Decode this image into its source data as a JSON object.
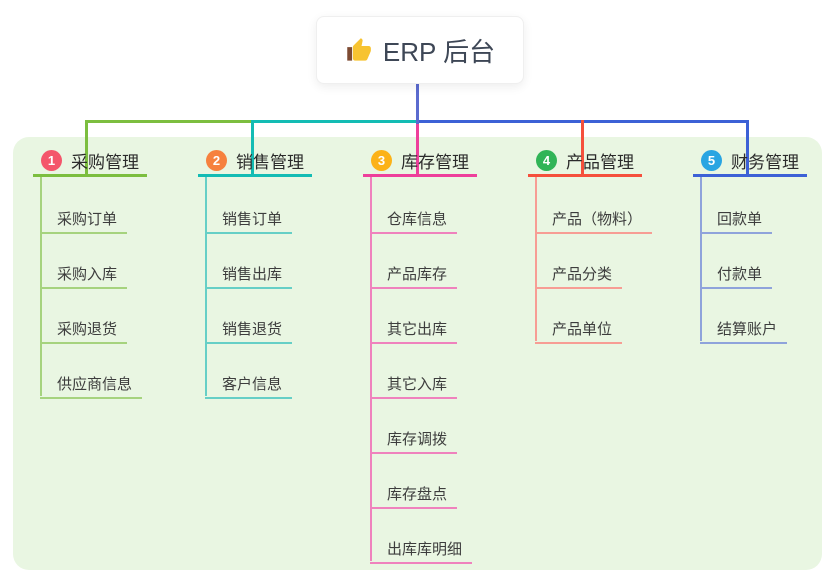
{
  "root": {
    "title": "ERP 后台",
    "icon": "thumbs-up-icon"
  },
  "colors": {
    "page_background": "#ffffff",
    "panel_background": "#e9f6e2",
    "root_connector": "#5b6bcf",
    "root_text": "#3e4756",
    "thumb_yellow": "#f7c331",
    "thumb_cuff": "#7d4a32"
  },
  "branches": [
    {
      "num": "1",
      "label": "采购管理",
      "circle_color": "#f4566b",
      "line_strong": "#7cbe3f",
      "line_light": "#a6d37e",
      "children": [
        "采购订单",
        "采购入库",
        "采购退货",
        "供应商信息"
      ]
    },
    {
      "num": "2",
      "label": "销售管理",
      "circle_color": "#f6813e",
      "line_strong": "#13bcb4",
      "line_light": "#66cfc6",
      "children": [
        "销售订单",
        "销售出库",
        "销售退货",
        "客户信息"
      ]
    },
    {
      "num": "3",
      "label": "库存管理",
      "circle_color": "#fcb217",
      "line_strong": "#ee3f9b",
      "line_light": "#ef82bd",
      "children": [
        "仓库信息",
        "产品库存",
        "其它出库",
        "其它入库",
        "库存调拨",
        "库存盘点",
        "出库库明细"
      ]
    },
    {
      "num": "4",
      "label": "产品管理",
      "circle_color": "#31b457",
      "line_strong": "#f5503c",
      "line_light": "#f79d94",
      "children": [
        "产品（物料）",
        "产品分类",
        "产品单位"
      ]
    },
    {
      "num": "5",
      "label": "财务管理",
      "circle_color": "#29a5e2",
      "line_strong": "#3c61d6",
      "line_light": "#8fa3db",
      "children": [
        "回款单",
        "付款单",
        "结算账户"
      ]
    }
  ]
}
